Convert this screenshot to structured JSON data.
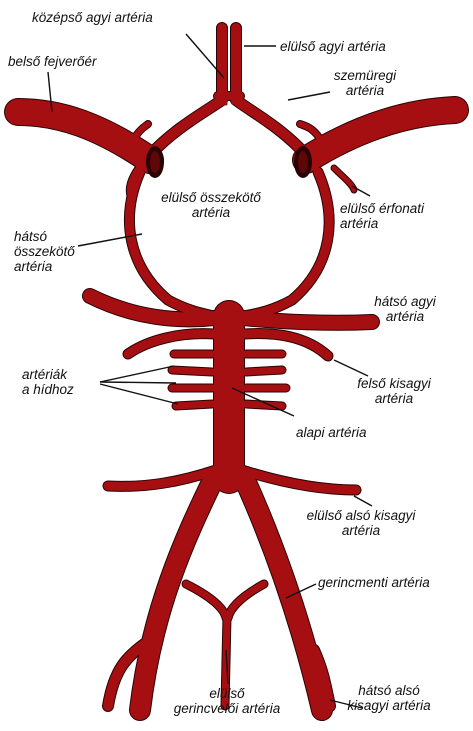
{
  "colors": {
    "artery": "#a50f12",
    "artery_outline": "#2a0204",
    "text": "#111111",
    "background": "#ffffff"
  },
  "labels": {
    "kozepso_agyi": "középső agyi artéria",
    "elulso_agyi": "elülső agyi artéria",
    "belso_fejvero": "belső fejverőér",
    "szemuregi_1": "szemüregi",
    "szemuregi_2": "artéria",
    "elulso_osszekoto_1": "elülső összekötő",
    "elulso_osszekoto_2": "artéria",
    "elulso_erfonati_1": "elülső érfonati",
    "elulso_erfonati_2": "artéria",
    "hatso_osszekoto_1": "hátsó",
    "hatso_osszekoto_2": "összekötő",
    "hatso_osszekoto_3": "artéria",
    "hatso_agyi_1": "hátsó agyi",
    "hatso_agyi_2": "artéria",
    "arteriak_hidhoz_1": "artériák",
    "arteriak_hidhoz_2": "a hídhoz",
    "felso_kisagyi_1": "felső kisagyi",
    "felso_kisagyi_2": "artéria",
    "alapi": "alapi artéria",
    "elulso_also_kisagyi_1": "elülső alsó kisagyi",
    "elulso_also_kisagyi_2": "artéria",
    "gerincmenti": "gerincmenti artéria",
    "elulso_gerincveloi_1": "elülső",
    "elulso_gerincveloi_2": "gerincvelői artéria",
    "hatso_also_kisagyi_1": "hátsó alsó",
    "hatso_also_kisagyi_2": "kisagyi artéria"
  }
}
